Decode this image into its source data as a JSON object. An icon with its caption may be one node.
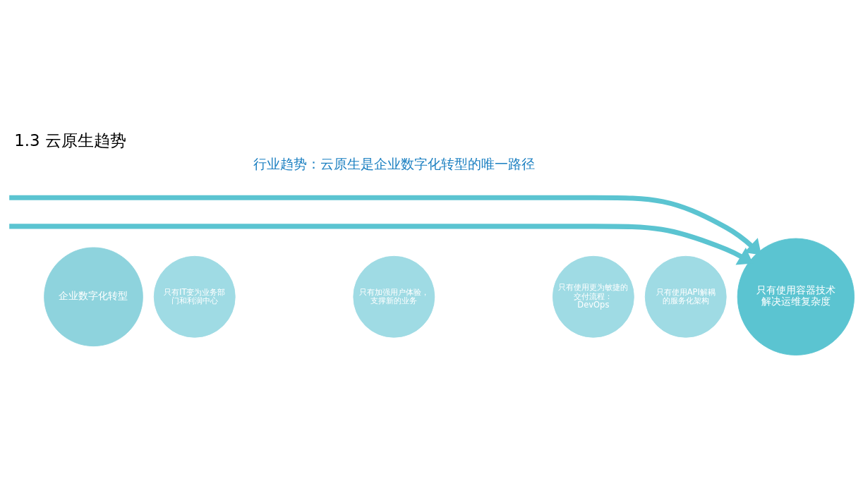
{
  "diagram": {
    "title": "1.3 云原生趋势",
    "nodes": [
      {
        "text": [
          "企业数字化转型"
        ]
      },
      {
        "text": [
          "只有IT变为业务部门和利润中心"
        ]
      },
      {
        "text": [
          "只有加强用户体验，支撑新的业务"
        ]
      },
      {
        "text": [
          "只有使用更为敏捷的交付流程：DevOps"
        ]
      },
      {
        "text": [
          "只有使用API解耦的服务化架构"
        ]
      },
      {
        "text": [
          "只有使用容器技术解决运维复杂度"
        ]
      }
    ],
    "edges": [
      {
        "from": null,
        "to": 5,
        "arrow": "to"
      },
      {
        "from": null,
        "to": 5,
        "arrow": "to"
      }
    ],
    "labels": [
      "行业趋势：云原生是企业数字化转型的唯一路径"
    ]
  }
}
